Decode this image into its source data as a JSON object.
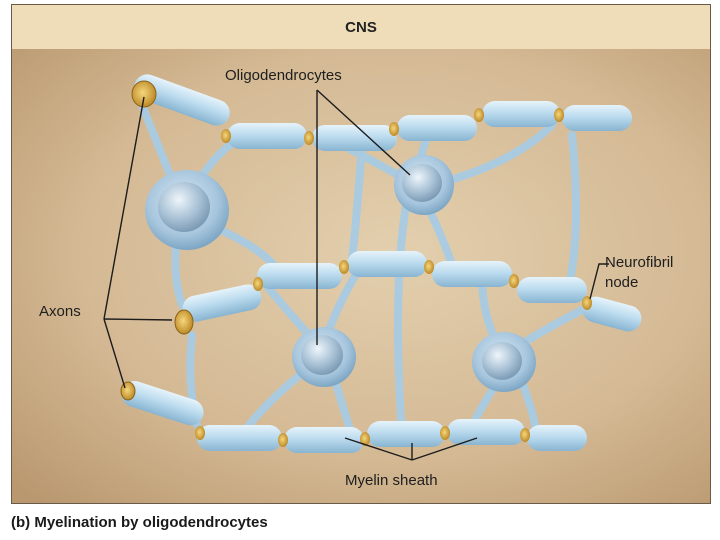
{
  "header": {
    "title": "CNS"
  },
  "labels": {
    "oligodendrocytes": "Oligodendrocytes",
    "axons": "Axons",
    "neurofibril_node_line1": "Neurofibril",
    "neurofibril_node_line2": "node",
    "myelin_sheath": "Myelin sheath"
  },
  "caption": "(b) Myelination by oligodendrocytes",
  "colors": {
    "background_tan": "#d9c3a2",
    "header_fill": "#efdcb8",
    "sheath_blue": "#bfdcef",
    "cell_body_blue": "#a9c6de",
    "axon_gold": "#d9a93a"
  }
}
